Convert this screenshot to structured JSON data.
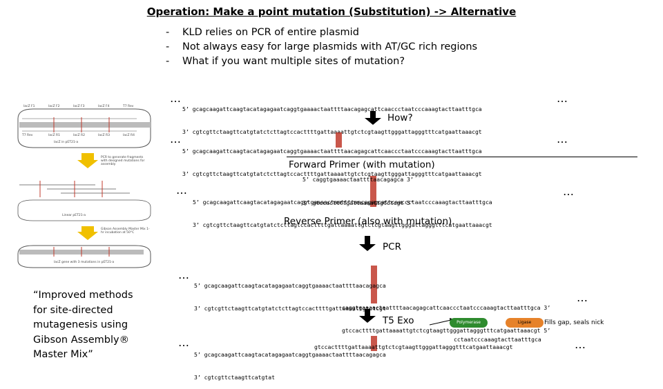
{
  "title": "Operation: Make a point mutation (Substitution) -> Alternative",
  "bullets": [
    "KLD relies on PCR of entire plasmid",
    "Not always easy for large plasmids with AT/GC rich regions",
    "What if you want multiple sites of mutation?"
  ],
  "bullet_marker": "-",
  "ellipsis": "…",
  "seq1": {
    "top": "5’ gcagcaagattcaagtacatagagaatcaggtgaaaactaattttaacagagcattcaaccctaatcccaaagtacttaatttgca",
    "bottom": "3’ cgtcgttctaagttcatgtatctcttagtccacttttgattaaaattgtctcgtaagttgggattagggtttcatgaattaaacgt"
  },
  "how_label": "How?",
  "seq2": {
    "top": "5’ gcagcaagattcaagtacatagagaatcaggtgaaaactaattttaacagagcattcaaccctaatcccaaagtacttaatttgca",
    "bottom": "3’ cgtcgttctaagttcatgtatctcttagtccacttttgattaaaattgtctcgtaagttgggattagggtttcatgaattaaacgt"
  },
  "forward_label": "Forward Primer (with mutation)",
  "seq3": {
    "primer_top": "5’ caggtgaaaactaattttaacagagca 3’",
    "top": "5’ gcagcaagattcaagtacatagagaatcaggtgaaaactaattttaacagagcattcaaccctaatcccaaagtacttaatttgca",
    "bottom": "3’ cgtcgttctaagttcatgtatctcttagtccacttttgattaaaattgtctcgtaagttgggattagggtttcatgaattaaacgt",
    "primer_bottom": "3’ gtccacttttgattaaaattgtctcgt 5’"
  },
  "reverse_label": "Reverse Primer (also with mutation)",
  "pcr_label": "PCR",
  "seq4": {
    "top": "5’ gcagcaagattcaagtacatagagaatcaggtgaaaactaattttaacagagca",
    "bottom": "3’ cgtcgttctaagttcatgtatctcttagtccacttttgattaaaattgtctcgt",
    "top2": "caggtgaaaactaattttaacagagcattcaaccctaatcccaaagtacttaatttgca 3’",
    "bottom2": "gtccacttttgattaaaattgtctcgtaagttgggattagggtttcatgaattaaacgt 5’"
  },
  "t5_label": "T5 Exo",
  "polymerase_label": "Polymerase",
  "ligase_label": "Ligase",
  "fills_label": "Fills gap, seals nick",
  "seq5": {
    "top_left": "5’ gcagcaagattcaagtacatagagaatcaggtgaaaactaattttaacagagca",
    "top_right": "cctaatcccaaagtacttaatttgca",
    "bottom_left": "3’ cgtcgttctaagttcatgtat",
    "bottom_right": "gtccacttttgattaaaattgtctcgtaagttgggattagggtttcatgaattaaacgt"
  },
  "citation": [
    "“Improved methods",
    "for site-directed",
    "mutagenesis using",
    "Gibson Assembly®",
    "Master Mix”"
  ],
  "figure": {
    "primers_top": [
      "lacZ F1",
      "lacZ F2",
      "lacZ F3",
      "lacZ F4",
      "T7 Rev"
    ],
    "primers_bottom": [
      "T7 Rev",
      "lacZ R1",
      "lacZ R2",
      "lacZ R3",
      "lacZ R4"
    ],
    "plasmid1": "lacZ in pET21-a",
    "step1": "PCR to generate fragments with designed mutations for assembly",
    "plasmid2": "Linear pET21-a",
    "step2": "Gibson Assembly Master Mix 1-hr incubation at 50°C",
    "plasmid3": "lacZ gene with 3 mutations in pET21-a"
  },
  "colors": {
    "mutation": "#c0392b",
    "polymerase": "#2e8b2e",
    "ligase": "#e6822a",
    "arrow": "#f0c000"
  }
}
